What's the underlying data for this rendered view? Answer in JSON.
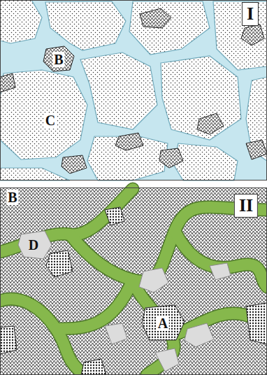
{
  "diagram": {
    "labels": [
      "I",
      "B",
      "C",
      "II",
      "B",
      "D",
      "A"
    ]
  }
}
